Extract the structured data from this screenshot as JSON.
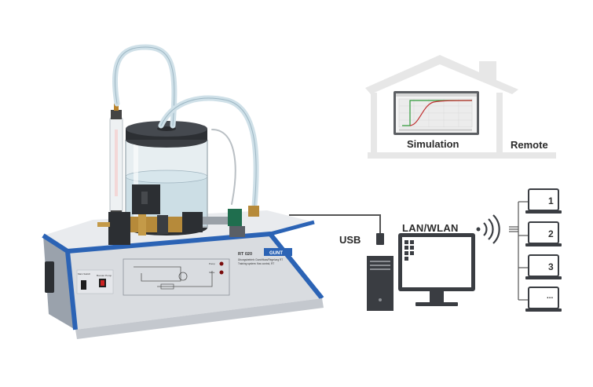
{
  "labels": {
    "simulation": "Simulation",
    "remote": "Remote",
    "usb": "USB",
    "lan_wlan": "LAN/WLAN"
  },
  "clients": [
    "1",
    "2",
    "3",
    "..."
  ],
  "device": {
    "model": "RT 020",
    "subtitle_line1": "Übungsbetrieb: Durchfluss/Regelung RT",
    "subtitle_line2": "Training system: flow control, RT",
    "brand": "GUNT",
    "main_switch": "Main Switch",
    "pump_label": "Booster Pump",
    "indicator_1": "Pump",
    "indicator_2": "Valve"
  },
  "colors": {
    "frame_blue": "#2b63b5",
    "panel_grey": "#dcdfe3",
    "pc_dark": "#3a3d42",
    "house_outline": "#e6e6e6",
    "curve_red": "#c03030",
    "curve_green": "#2f9a3a"
  }
}
